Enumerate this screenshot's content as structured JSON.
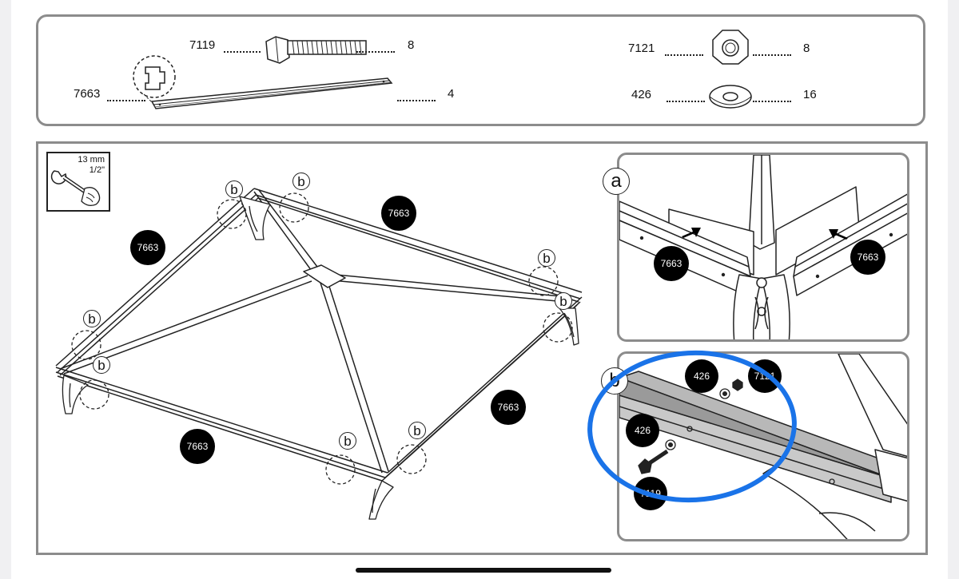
{
  "parts": {
    "bolt": {
      "code": "7119",
      "qty": "8"
    },
    "rail": {
      "code": "7663",
      "qty": "4"
    },
    "nut": {
      "code": "7121",
      "qty": "8"
    },
    "washer": {
      "code": "426",
      "qty": "16"
    }
  },
  "tool": {
    "size_mm": "13 mm",
    "size_in": "1/2\""
  },
  "main": {
    "rail_labels": [
      "7663",
      "7663",
      "7663",
      "7663"
    ],
    "b_marker": "b"
  },
  "detail_a": {
    "letter": "a",
    "left_rail": "7663",
    "right_rail": "7663"
  },
  "detail_b": {
    "letter": "b",
    "washer_top": "426",
    "nut": "7121",
    "washer_left": "426",
    "bolt": "7119"
  },
  "colors": {
    "highlight": "#1a73e8",
    "frame": "#8c8c8c"
  }
}
